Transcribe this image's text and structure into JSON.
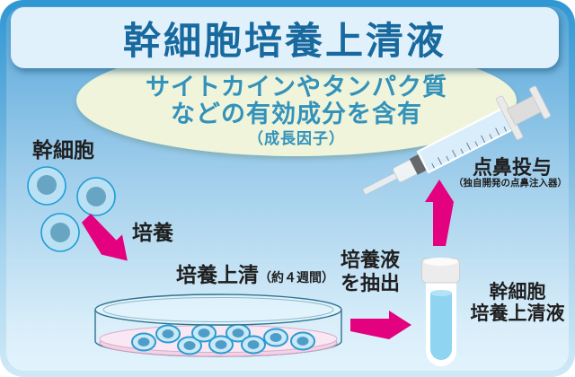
{
  "title": "幹細胞培養上清液",
  "bubble": {
    "line1": "サイトカインやタンパク質",
    "line2": "などの有効成分を含有",
    "line3": "（成長因子）"
  },
  "labels": {
    "stem_cell": "幹細胞",
    "culture": "培養",
    "supernatant": "培養上清",
    "supernatant_duration": "（約４週間）",
    "extract_line1": "培養液",
    "extract_line2": "を抽出",
    "product_line1": "幹細胞",
    "product_line2": "培養上清液",
    "nasal_administration": "点鼻投与",
    "nasal_device_note": "（独自開発の点鼻注入器）"
  },
  "colors": {
    "accent_magenta": "#e4017f",
    "title_text": "#17699e",
    "bubble_text": "#3392ba",
    "bubble_fill": "#eff4db",
    "banner_fill": "#e1f1fc",
    "label_text": "#1f1f1f"
  }
}
